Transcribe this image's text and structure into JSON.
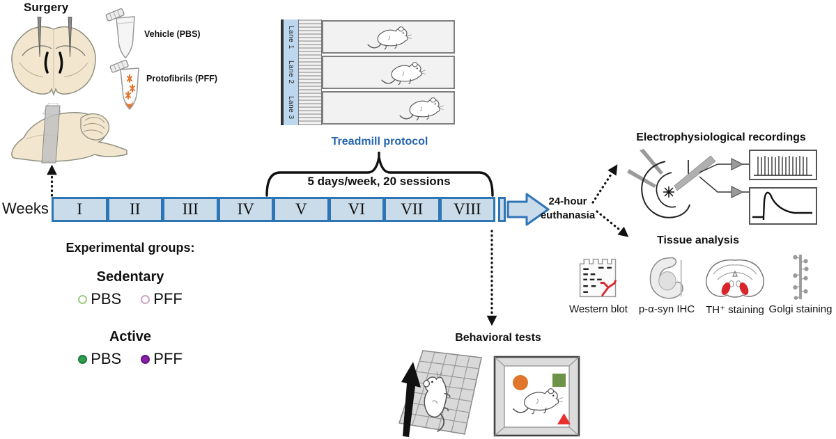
{
  "surgery": {
    "title": "Surgery",
    "vehicle_label": "Vehicle (PBS)",
    "protofibrils_label": "Protofibrils (PFF)"
  },
  "treadmill": {
    "title": "Treadmill protocol",
    "lanes": [
      {
        "label": "Lane 1"
      },
      {
        "label": "Lane 2"
      },
      {
        "label": "Lane 3"
      }
    ]
  },
  "timeline": {
    "axis_label": "Weeks",
    "weeks": [
      {
        "numeral": "I"
      },
      {
        "numeral": "II"
      },
      {
        "numeral": "III"
      },
      {
        "numeral": "IV"
      },
      {
        "numeral": "V"
      },
      {
        "numeral": "VI"
      },
      {
        "numeral": "VII"
      },
      {
        "numeral": "VIII"
      }
    ],
    "bracket_label": "5 days/week, 20 sessions",
    "euthanasia_line1": "24-hour",
    "euthanasia_line2": "euthanasia"
  },
  "experimental_groups": {
    "title": "Experimental groups:",
    "groups": [
      {
        "name": "Sedentary",
        "items": [
          {
            "label": "PBS",
            "marker": "open-green"
          },
          {
            "label": "PFF",
            "marker": "open-purple"
          }
        ]
      },
      {
        "name": "Active",
        "items": [
          {
            "label": "PBS",
            "marker": "filled-green"
          },
          {
            "label": "PFF",
            "marker": "filled-purple"
          }
        ]
      }
    ]
  },
  "electrophysiology": {
    "title": "Electrophysiological recordings"
  },
  "tissue_analysis": {
    "title": "Tissue analysis",
    "methods": [
      {
        "label": "Western blot"
      },
      {
        "label": "p-α-syn IHC"
      },
      {
        "label": "TH⁺ staining"
      },
      {
        "label": "Golgi staining"
      }
    ]
  },
  "behavioral": {
    "title": "Behavioral tests"
  },
  "colors": {
    "timeline_fill": "#cadbe9",
    "timeline_border": "#2e75b6",
    "treadmill_title": "#2565ae",
    "pbs_open": "#9dc983",
    "pff_open": "#cfa7c5",
    "pbs_filled": "#2f9e4f",
    "pff_filled": "#8a1fa8",
    "pff_orange": "#e0762b",
    "stain_red": "#d9262b",
    "shape_green": "#6f9246",
    "shape_red": "#e8312f",
    "brain_fill": "#f3e6cf"
  }
}
